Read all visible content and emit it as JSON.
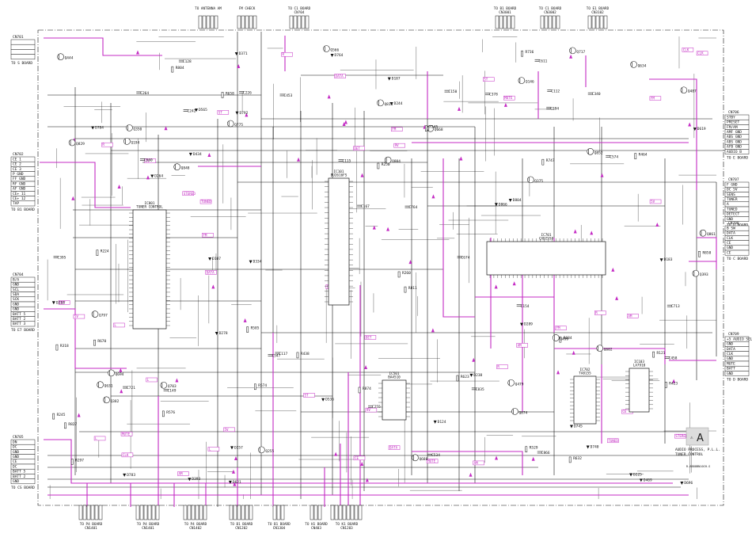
{
  "diagram": {
    "top_connectors": [
      {
        "id": "tc1",
        "title": "TO ANTENNA AM"
      },
      {
        "id": "tc2",
        "title": "FM CHECK"
      },
      {
        "id": "tc3",
        "title": "TO C1 BOARD",
        "ref": "CN?04"
      },
      {
        "id": "tc4",
        "title": "TO B1 BOARD",
        "ref": "CN3001"
      },
      {
        "id": "tc5",
        "title": "TO C1 BOARD",
        "ref": "CN3002"
      },
      {
        "id": "tc6",
        "title": "TO E1 BOARD",
        "ref": "CN3102"
      }
    ],
    "left_connectors": [
      {
        "id": "lc1",
        "ref": "CN701",
        "title": "TO S BOARD",
        "pins": [
          "",
          "",
          "",
          ""
        ]
      },
      {
        "id": "lc2",
        "ref": "CN702",
        "title": "TO B1 BOARD",
        "pins": [
          "CE 1",
          "CE 2",
          "CE 3",
          "P GND",
          "FF GND",
          "RF GND",
          "AF GND",
          "CE+ 11",
          "CE+ 12",
          "TAP"
        ]
      },
      {
        "id": "lc3",
        "ref": "CN704",
        "title": "TO E7 BOARD",
        "pins": [
          "B/A",
          "GND",
          "SCL",
          "SDA",
          "SCK",
          "GND",
          "GND",
          "BATT 5",
          "BATT 2",
          "BATT 3"
        ]
      },
      {
        "id": "lc4",
        "ref": "CN705",
        "title": "TO CS BOARD",
        "pins": [
          "DN",
          "DC",
          "GND",
          "GND",
          "CE",
          "DC",
          "BATT 5",
          "BATT 2",
          "GND"
        ]
      }
    ],
    "right_connectors": [
      {
        "id": "rc1",
        "ref": "CN706",
        "title": "TO E BOARD",
        "pins": [
          "STBY",
          "PRESET",
          "FM/AM",
          "AMF GND",
          "ABS GND",
          "ABS GND",
          "AFB GND",
          "AUDIO B"
        ]
      },
      {
        "id": "rc2",
        "ref": "CN707",
        "title": "TO D BOARD",
        "pins": [
          "F GND",
          "DC 5V",
          "SENS",
          "TUNER",
          "A",
          "TUNED",
          "DETECT",
          "GND"
        ]
      },
      {
        "id": "rc3",
        "ref": "CN708",
        "title": "TO C BOARD",
        "pins": [
          "B SW",
          "DATA",
          "CLK",
          "CE",
          "GND",
          "CE"
        ]
      },
      {
        "id": "rc4",
        "ref": "CN709",
        "title": "TO D BOARD",
        "pins": [
          "+5 AUDIO SEL",
          "GND",
          "DATA",
          "CLK",
          "GND",
          "MUTE",
          "BATT",
          "GND"
        ]
      }
    ],
    "bottom_connectors": [
      {
        "id": "bc1",
        "title": "TO P4 BOARD",
        "ref": "CN1401"
      },
      {
        "id": "bc2",
        "title": "TO P4 BOARD",
        "ref": "CN1401"
      },
      {
        "id": "bc3",
        "title": "TO P4 BOARD",
        "ref": "CN1402"
      },
      {
        "id": "bc4",
        "title": "TO B1 BOARD",
        "ref": "CN1202"
      },
      {
        "id": "bc5",
        "title": "TO B1 BOARD",
        "ref": "CN1304"
      },
      {
        "id": "bc6",
        "title": "TO H1 BOARD",
        "ref": "CN403"
      },
      {
        "id": "bc7",
        "title": "TO K1 BOARD",
        "ref": "CN1203"
      }
    ],
    "ics": [
      {
        "id": "ic1",
        "ref": "IC801",
        "part": "TUNER CONTROL"
      },
      {
        "id": "ic2",
        "ref": "IC101",
        "part": "BU2616FS"
      },
      {
        "id": "ic3",
        "ref": "IC701",
        "part": "CXD2558"
      },
      {
        "id": "ic4",
        "ref": "IC501",
        "part": "BA4510"
      },
      {
        "id": "ic5",
        "ref": "IC702",
        "part": "TA8155"
      },
      {
        "id": "ic6",
        "ref": "IC103",
        "part": "LA7910"
      }
    ],
    "stamp": {
      "letter": "A",
      "line1": "AUDIO PROCESS, P.L.L.",
      "line2": "TUNER CONTROL",
      "code": "R-8888BN10CH-S"
    }
  }
}
